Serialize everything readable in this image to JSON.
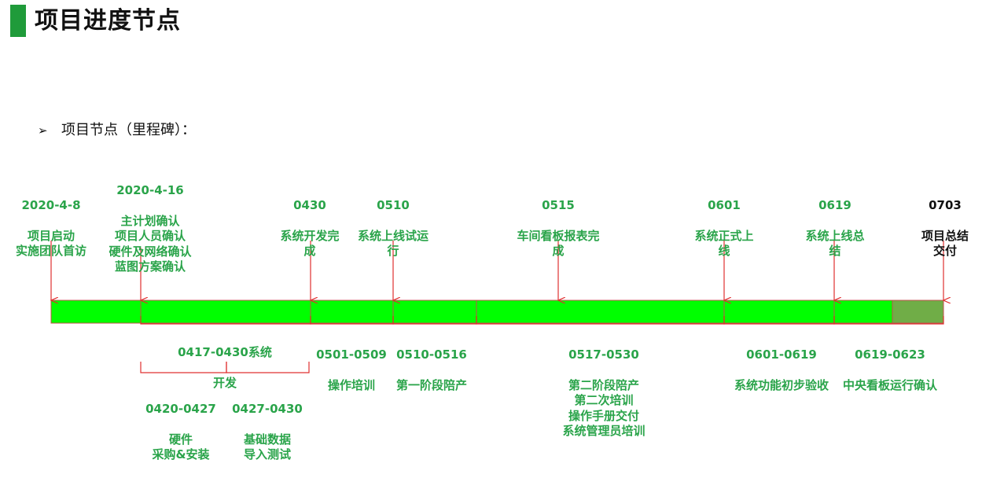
{
  "header": {
    "title": "项目进度节点"
  },
  "section": {
    "bullet": "➢",
    "label": "项目节点（里程碑）："
  },
  "milestones": [
    {
      "date": "2020-4-8",
      "text": "项目启动\n实施团队首访"
    },
    {
      "date": "2020-4-16",
      "text": "主计划确认\n项目人员确认\n硬件及网络确认\n蓝图方案确认"
    },
    {
      "date": "0430",
      "text": "系统开发完\n成"
    },
    {
      "date": "0510",
      "text": "系统上线试运\n行"
    },
    {
      "date": "0515",
      "text": "车间看板报表完\n成"
    },
    {
      "date": "0601",
      "text": "系统正式上\n线"
    },
    {
      "date": "0619",
      "text": "系统上线总\n结"
    },
    {
      "date": "0703",
      "text": "项目总结\n交付"
    }
  ],
  "phases": [
    {
      "range": "0417-0430系统",
      "text": "开发"
    },
    {
      "range": "0501-0509",
      "text": "操作培训"
    },
    {
      "range": "0510-0516",
      "text": "第一阶段陪产"
    },
    {
      "range": "0517-0530",
      "text": "第二阶段陪产\n第二次培训\n操作手册交付\n系统管理员培训"
    },
    {
      "range": "0601-0619",
      "text": "系统功能初步验收"
    },
    {
      "range": "0619-0623",
      "text": "中央看板运行确认"
    }
  ],
  "subphases": [
    {
      "range": "0420-0427",
      "text": "硬件\n采购&安装"
    },
    {
      "range": "0427-0430",
      "text": "基础数据\n导入测试"
    }
  ],
  "colors": {
    "accent": "#1f9b3a",
    "label_green": "#2aa44a",
    "bar_green": "#00ff00",
    "bar_done": "#70ad47",
    "arrow_red": "#e03030"
  }
}
